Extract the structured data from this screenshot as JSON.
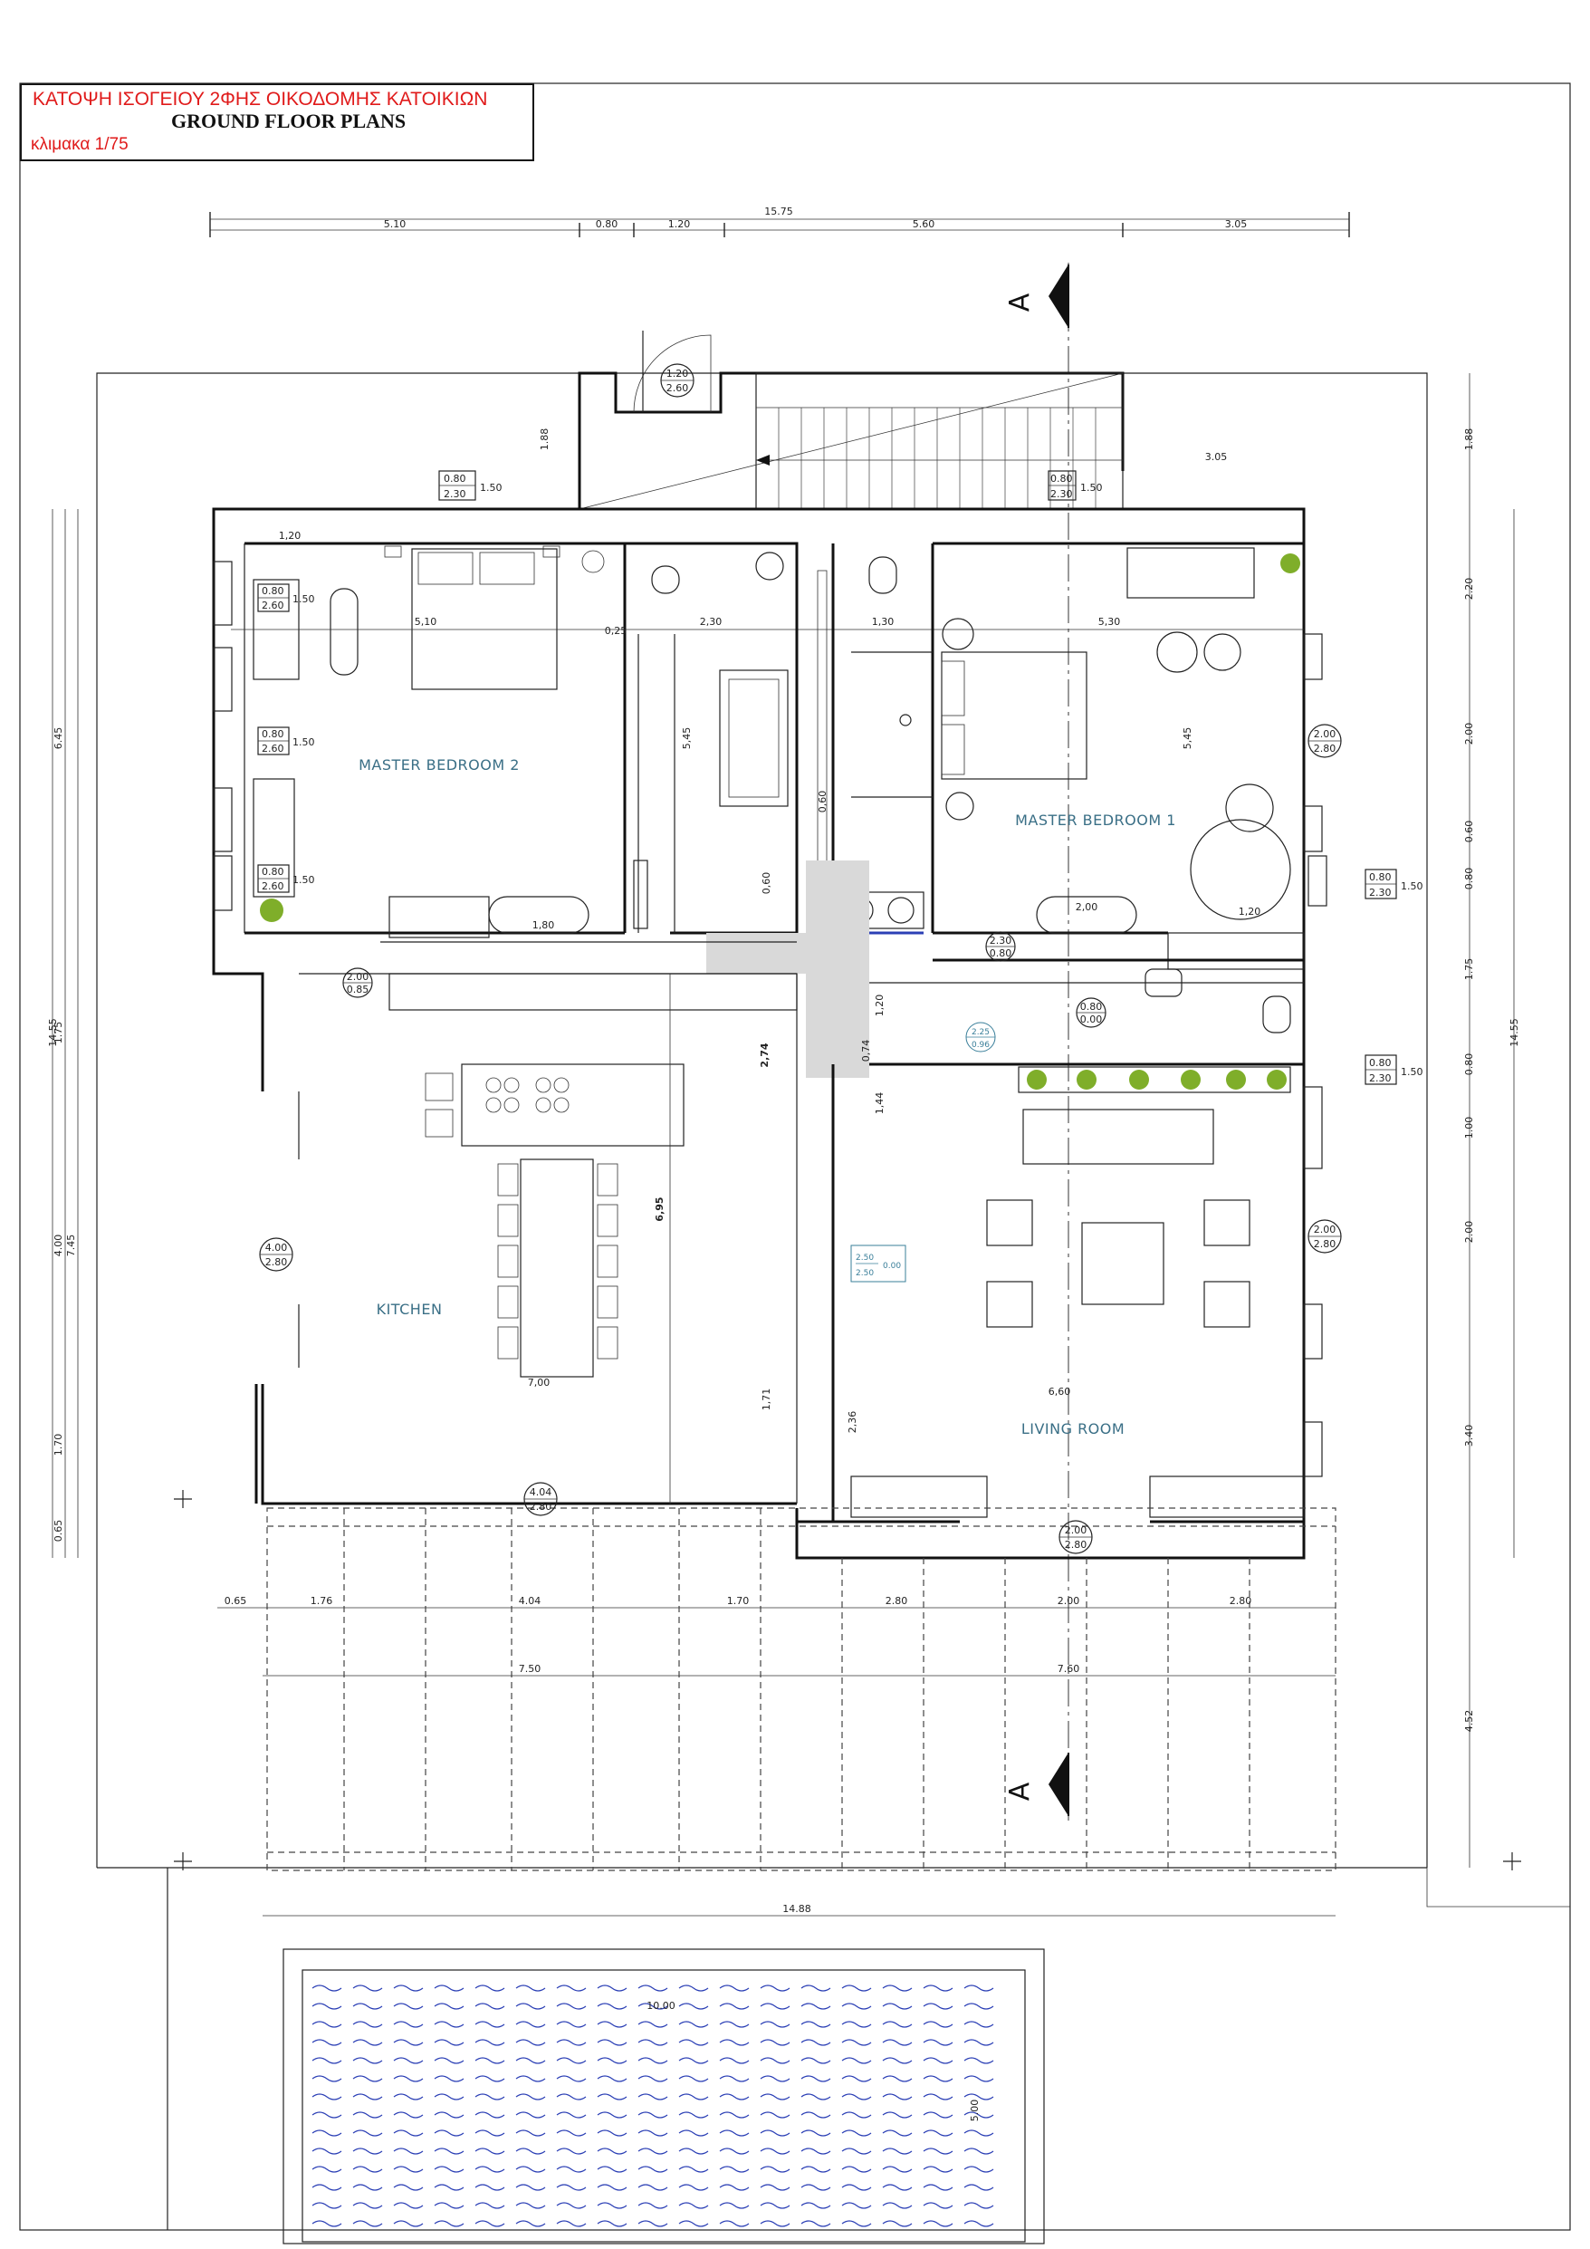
{
  "title": {
    "greek": "ΚΑΤΟΨΗ ΙΣΟΓΕΙΟΥ 2ΦΗΣ ΟΙΚΟΔΟΜΗΣ ΚΑΤΟΙΚΙΩΝ",
    "english": "GROUND FLOOR PLANS",
    "scale": "κλιμακα 1/75"
  },
  "rooms": {
    "master_bedroom_2": "MASTER BEDROOM 2",
    "master_bedroom_1": "MASTER BEDROOM 1",
    "kitchen": "KITCHEN",
    "living_room": "LIVING ROOM"
  },
  "section_marker": "A",
  "top_dims": {
    "total": "15.75",
    "d1": "5.10",
    "d2": "0.80",
    "d3": "1.20",
    "d4": "5.60",
    "d5": "3.05"
  },
  "bottom_dims": {
    "d1": "0.65",
    "d2": "1.76",
    "d3": "4.04",
    "d4": "1.70",
    "d5": "2.80",
    "d6": "2.00",
    "d7": "2.80",
    "w1": "7.50",
    "w2": "7.60",
    "plot_width": "14.88",
    "pool_length": "10.00",
    "pool_width": "5.00"
  },
  "left_dims": {
    "total": "14.55",
    "d1": "6.45",
    "d2": "1.75",
    "d3": "4.00",
    "d4": "7.45",
    "d5": "1.70",
    "d6": "0.65"
  },
  "right_dims": {
    "total": "14.55",
    "d1": "1.88",
    "d2": "2.20",
    "d3": "2.00",
    "d4": "0.60",
    "d5": "0.80",
    "d6": "1.75",
    "d7": "0.80",
    "d8": "1.00",
    "d9": "2.00",
    "d10": "3.40",
    "d11": "4.52"
  },
  "interior_dims": {
    "mb2_width": "5,10",
    "mb2_depth": "5,45",
    "mb2_left": "1,20",
    "bath_width": "2,30",
    "bath_gap": "0,25",
    "bath_tub": "1,80",
    "wc_width": "1,30",
    "mb1_width": "5,30",
    "mb1_depth": "5,45",
    "mb1_bed": "2,00",
    "mb1_small": "1,20",
    "stair_width": "3.05",
    "stair_rise": "1.88",
    "corr_a": "0,60",
    "corr_b": "0,60",
    "corr_c": "1,20",
    "corr_d": "2,74",
    "corr_e": "0,74",
    "corr_f": "1,44",
    "kitchen_depth": "6,95",
    "kitchen_width": "7,00",
    "kitchen_lower": "1,71",
    "living_width": "6,60",
    "living_lower": "2,36"
  },
  "window_tags": {
    "w_top_left": [
      "0.80",
      "2.30",
      "1.50"
    ],
    "w_top_right": [
      "0.80",
      "2.30",
      "1.50"
    ],
    "w_mb2_a": [
      "0.80",
      "2.60",
      "1.50"
    ],
    "w_mb2_b": [
      "0.80",
      "2.60",
      "1.50"
    ],
    "w_mb2_c": [
      "0.80",
      "2.60",
      "1.50"
    ],
    "w_right_a": [
      "0.80",
      "2.30",
      "1.50"
    ],
    "w_right_b": [
      "0.80",
      "2.30",
      "1.50"
    ]
  },
  "door_tags": {
    "entrance": [
      "1.20",
      "2.60"
    ],
    "mb1_terrace": [
      "2.00",
      "2.80"
    ],
    "living_right": [
      "2.00",
      "2.80"
    ],
    "kitchen_left": [
      "4.00",
      "2.80"
    ],
    "kitchen_bottom": [
      "4.04",
      "2.80"
    ],
    "living_bottom": [
      "2.00",
      "2.80"
    ],
    "mb1_bath": [
      "2.30",
      "0.80"
    ],
    "corridor_left": [
      "2.00",
      "0.85"
    ],
    "living_bath": [
      "0.80",
      "0.00"
    ]
  },
  "blue_tags": {
    "corridor": [
      "2.25",
      "0.96"
    ],
    "living_area": [
      "2.50",
      "2.50",
      "0.00"
    ]
  },
  "colors": {
    "title_red": "#e01a1a",
    "room_label": "#3a6f86",
    "pool_wave": "#2b3fb5",
    "plant": "#7fae2a",
    "floor_gray": "#d9d9d9"
  }
}
